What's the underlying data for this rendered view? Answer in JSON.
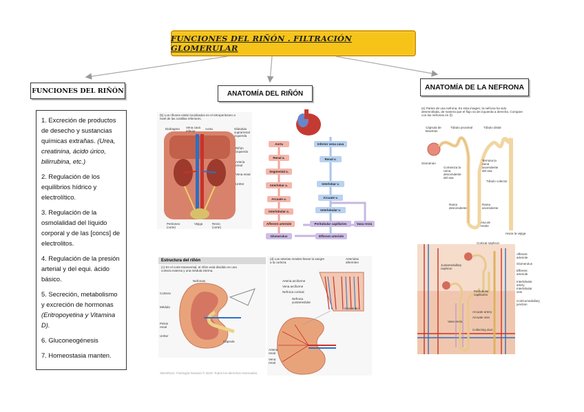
{
  "title": "FUNCIONES DEL RIÑÓN . FILTRACIÓN GLOMERULAR",
  "headers": {
    "funciones": "FUNCIONES DEL RIÑÓN",
    "anatomia": "ANATOMÍA DEL RIÑÓN",
    "nefrona": "ANATOMÍA DE LA NEFRONA"
  },
  "functions": [
    {
      "main": "1. Excreción de productos de desecho y sustancias químicas extrañas.",
      "note": "(Urea, creatinina, ácido úrico, bilirrubina, etc.)"
    },
    {
      "main": "2. Regulación de los equilibrios hídrico y electrolítico.",
      "note": ""
    },
    {
      "main": "3. Regulación de la osmolalidad del líquido corporal y de las [concs] de electrolitos.",
      "note": ""
    },
    {
      "main": "4. Regulación de la presión arterial y del equi. ácido básico.",
      "note": ""
    },
    {
      "main": "5. Secreción, metabolismo y excreción de hormonas",
      "note": "(Eritropoyetina y Vitamina D)."
    },
    {
      "main": "6. Gluconeogénesis",
      "note": ""
    },
    {
      "main": "7. Homeostasia manten.",
      "note": ""
    }
  ],
  "flowchart": {
    "left": [
      "Aorta",
      "Renal a.",
      "Segmental a.",
      "Interlobar a.",
      "Arcuate a.",
      "Interlobular a.",
      "Afferent arteriole",
      "Glomerulus"
    ],
    "right": [
      "Inferior vena cava",
      "Renal v.",
      "Interlobar v.",
      "Arcuate v.",
      "Interlobular v.",
      "Peritubular capillaries",
      "Efferent arteriole"
    ],
    "vasa": "Vasa recta"
  },
  "figures": {
    "abdomen_caption": "(b) Los riñones están localizados en el retroperitoneo a nivel de las costillas inferiores.",
    "abdomen_labels": [
      "Diafragma",
      "Vena cava inferior",
      "Aorta",
      "Glándula suprarrenal izquierda",
      "Riñón izquierdo",
      "Arteria renal",
      "Vena renal",
      "Uréter",
      "Peritoneo (corte)",
      "Vejiga",
      "Recto (corte)"
    ],
    "kidney_title": "Estructura del riñón",
    "kidney_caption": "(c) En el corte transversal, el riñón está dividido en una corteza externa y una médula interna.",
    "kidney_labels": [
      "Nefronas",
      "Corteza",
      "Médula",
      "Pelvis renal",
      "Uréter",
      "Cápsula"
    ],
    "vessels_caption": "(d) Las arterias renales llevan la sangre a la corteza.",
    "vessels_labels": [
      "Arteria arciforme",
      "Vena arciforme",
      "Nefrona cortical",
      "Nefrona yuxtamedular",
      "Arteria renal",
      "Vena renal",
      "Glomérulo",
      "Arteriolas aferentes"
    ],
    "copyright": "Silverthorn: Fisiología humana © 2019. Todos los derechos reservados.",
    "nephron_caption": "(e) Partes de una nefrona. En esta imagen, la nefrona ha sido desenrollada, de manera que el flujo va de izquierda a derecha. Compare con las nefronas en (f).",
    "nephron_labels": [
      "Cápsula de Bowman",
      "Túbulo proximal",
      "Túbulo distal",
      "Glomérulo",
      "Comienza la rama descendente del asa",
      "Termina la rama ascendente del asa",
      "Túbulo colector",
      "Rama descendente",
      "Rama ascendente",
      "Asa de Henle",
      "Hacia la vejiga"
    ],
    "cortex_labels": [
      "Cortical nephron",
      "Juxtamedullary nephron",
      "Afferent arteriole",
      "Efferent arteriole",
      "Glomerulus",
      "Interlobular artery",
      "Interlobular vein",
      "Peritubular capillaries",
      "Arcuate artery",
      "Arcuate vein",
      "Vasa recta",
      "Collecting duct",
      "Corticomedullary junction"
    ]
  }
}
